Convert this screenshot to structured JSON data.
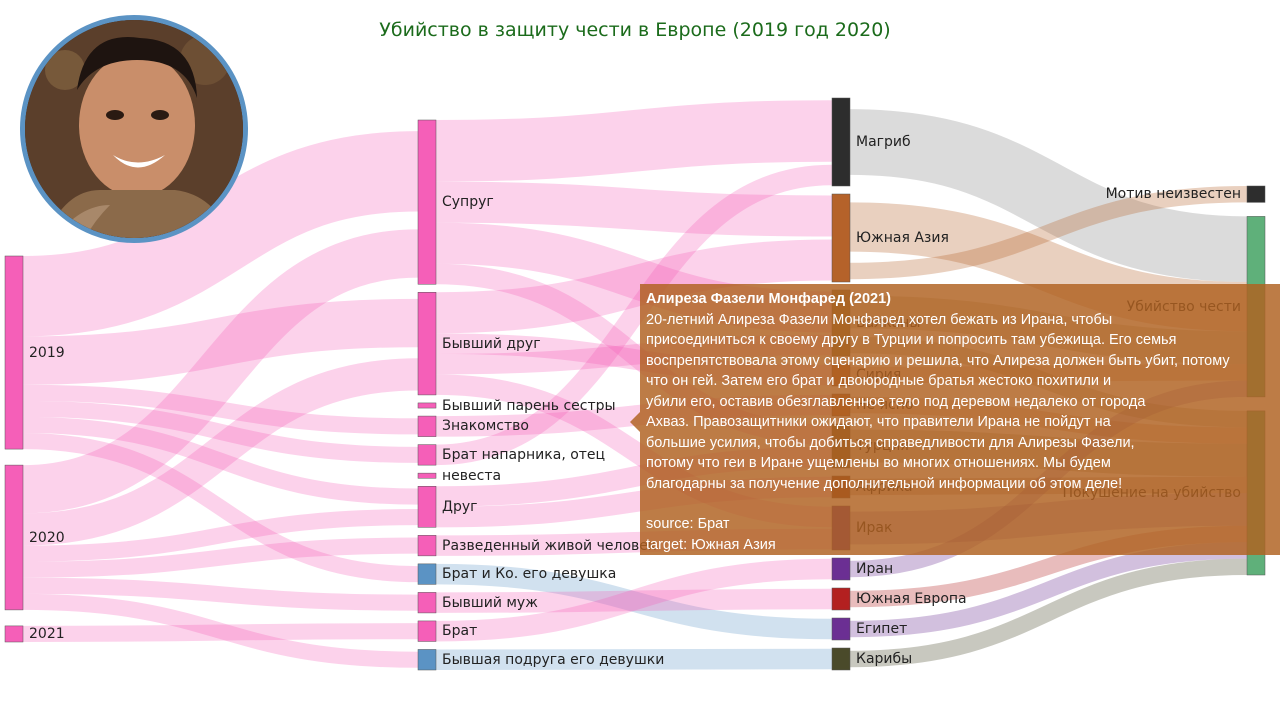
{
  "chart_data": {
    "type": "sankey",
    "title": "Убийство в защиту чести в Европе (2019 год 2020)",
    "columns": [
      {
        "level": "year",
        "nodes": [
          {
            "id": "y2019",
            "label": "2019",
            "color": "#f55fb8"
          },
          {
            "id": "y2020",
            "label": "2020",
            "color": "#f55fb8"
          },
          {
            "id": "y2021",
            "label": "2021",
            "color": "#f55fb8"
          }
        ]
      },
      {
        "level": "perpetrator",
        "nodes": [
          {
            "id": "p_spouse",
            "label": "Супруг",
            "color": "#f55fb8"
          },
          {
            "id": "p_exfriend",
            "label": "Бывший друг",
            "color": "#f55fb8"
          },
          {
            "id": "p_exbfsister",
            "label": "Бывший парень сестры",
            "color": "#f55fb8"
          },
          {
            "id": "p_acq",
            "label": "Знакомство",
            "color": "#f55fb8"
          },
          {
            "id": "p_partnerbro",
            "label": "Брат напарника, отец",
            "color": "#f55fb8"
          },
          {
            "id": "p_bride",
            "label": "невеста",
            "color": "#f55fb8"
          },
          {
            "id": "p_friend",
            "label": "Друг",
            "color": "#f55fb8"
          },
          {
            "id": "p_divorced",
            "label": "Разведенный живой человек",
            "color": "#f55fb8"
          },
          {
            "id": "p_brotherco",
            "label": "Брат и Ко. его девушка",
            "color": "#5b93c4"
          },
          {
            "id": "p_exhusband",
            "label": "Бывший муж",
            "color": "#f55fb8"
          },
          {
            "id": "p_brother",
            "label": "Брат",
            "color": "#f55fb8"
          },
          {
            "id": "p_exgf",
            "label": "Бывшая подруга его девушки",
            "color": "#5b93c4"
          }
        ]
      },
      {
        "level": "region",
        "nodes": [
          {
            "id": "r_maghreb",
            "label": "Магриб",
            "color": "#2d2d2d"
          },
          {
            "id": "r_sasia",
            "label": "Южная Азия",
            "color": "#b5622a"
          },
          {
            "id": "r_balkans",
            "label": "Балканы",
            "color": "#8c7a36"
          },
          {
            "id": "r_syria",
            "label": "Сирия",
            "color": "#b5622a"
          },
          {
            "id": "r_unknown",
            "label": "Не ясно",
            "color": "#b5622a"
          },
          {
            "id": "r_turkey",
            "label": "Турция",
            "color": "#7a5a2a"
          },
          {
            "id": "r_africa",
            "label": "Африка",
            "color": "#8b3a1a"
          },
          {
            "id": "r_iraq",
            "label": "Ирак",
            "color": "#6b2f93"
          },
          {
            "id": "r_iran",
            "label": "Иран",
            "color": "#6b2f93"
          },
          {
            "id": "r_seurope",
            "label": "Южная Европа",
            "color": "#b32020"
          },
          {
            "id": "r_egypt",
            "label": "Египет",
            "color": "#6b2f93"
          },
          {
            "id": "r_caribbean",
            "label": "Карибы",
            "color": "#4a4a2a"
          }
        ]
      },
      {
        "level": "motive",
        "nodes": [
          {
            "id": "m_unknown",
            "label": "Мотив неизвестен",
            "color": "#2d2d2d"
          },
          {
            "id": "m_honor",
            "label": "Убийство чести",
            "color": "#5fb07a"
          },
          {
            "id": "m_attempt",
            "label": "Покушение на убийство",
            "color": "#5fb07a"
          }
        ]
      }
    ],
    "links": [
      {
        "source": "y2019",
        "target": "p_spouse",
        "value": 5
      },
      {
        "source": "y2019",
        "target": "p_exfriend",
        "value": 3
      },
      {
        "source": "y2019",
        "target": "p_acq",
        "value": 1
      },
      {
        "source": "y2019",
        "target": "p_partnerbro",
        "value": 1
      },
      {
        "source": "y2019",
        "target": "p_friend",
        "value": 1
      },
      {
        "source": "y2019",
        "target": "p_brotherco",
        "value": 1
      },
      {
        "source": "y2020",
        "target": "p_spouse",
        "value": 3
      },
      {
        "source": "y2020",
        "target": "p_exfriend",
        "value": 2
      },
      {
        "source": "y2020",
        "target": "p_friend",
        "value": 1
      },
      {
        "source": "y2020",
        "target": "p_divorced",
        "value": 1
      },
      {
        "source": "y2020",
        "target": "p_exhusband",
        "value": 1
      },
      {
        "source": "y2020",
        "target": "p_exgf",
        "value": 1
      },
      {
        "source": "y2021",
        "target": "p_brother",
        "value": 1
      },
      {
        "source": "p_spouse",
        "target": "r_maghreb",
        "value": 3
      },
      {
        "source": "p_spouse",
        "target": "r_sasia",
        "value": 2
      },
      {
        "source": "p_spouse",
        "target": "r_balkans",
        "value": 2
      },
      {
        "source": "p_spouse",
        "target": "r_turkey",
        "value": 1
      },
      {
        "source": "p_exfriend",
        "target": "r_sasia",
        "value": 2
      },
      {
        "source": "p_exfriend",
        "target": "r_syria",
        "value": 1
      },
      {
        "source": "p_exfriend",
        "target": "r_balkans",
        "value": 1
      },
      {
        "source": "p_exfriend",
        "target": "r_iraq",
        "value": 1
      },
      {
        "source": "p_acq",
        "target": "r_unknown",
        "value": 1
      },
      {
        "source": "p_partnerbro",
        "target": "r_maghreb",
        "value": 1
      },
      {
        "source": "p_friend",
        "target": "r_turkey",
        "value": 1
      },
      {
        "source": "p_friend",
        "target": "r_africa",
        "value": 1
      },
      {
        "source": "p_divorced",
        "target": "r_iraq",
        "value": 1
      },
      {
        "source": "p_brotherco",
        "target": "r_egypt",
        "value": 1
      },
      {
        "source": "p_exhusband",
        "target": "r_seurope",
        "value": 1
      },
      {
        "source": "p_brother",
        "target": "r_iran",
        "value": 1
      },
      {
        "source": "p_exgf",
        "target": "r_caribbean",
        "value": 1
      },
      {
        "source": "r_maghreb",
        "target": "m_honor",
        "value": 4
      },
      {
        "source": "r_sasia",
        "target": "m_honor",
        "value": 3
      },
      {
        "source": "r_sasia",
        "target": "m_unknown",
        "value": 1
      },
      {
        "source": "r_balkans",
        "target": "m_honor",
        "value": 2
      },
      {
        "source": "r_balkans",
        "target": "m_attempt",
        "value": 1
      },
      {
        "source": "r_syria",
        "target": "m_honor",
        "value": 1
      },
      {
        "source": "r_unknown",
        "target": "m_attempt",
        "value": 1
      },
      {
        "source": "r_turkey",
        "target": "m_attempt",
        "value": 2
      },
      {
        "source": "r_africa",
        "target": "m_attempt",
        "value": 1
      },
      {
        "source": "r_iraq",
        "target": "m_attempt",
        "value": 2
      },
      {
        "source": "r_iran",
        "target": "m_honor",
        "value": 1
      },
      {
        "source": "r_seurope",
        "target": "m_attempt",
        "value": 1
      },
      {
        "source": "r_egypt",
        "target": "m_attempt",
        "value": 1
      },
      {
        "source": "r_caribbean",
        "target": "m_attempt",
        "value": 1
      }
    ]
  },
  "tooltip": {
    "title": "Алиреза Фазели Монфаред (2021)",
    "lines": [
      "20-летний Алиреза Фазели Монфаред хотел бежать из Ирана, чтобы",
      "присоединиться к своему другу в Турции и попросить там убежища. Его семья",
      "воспрепятствовала этому сценарию и решила, что Алиреза должен быть убит, потому",
      "что он гей. Затем его брат и двоюродные братья жестоко похитили и",
      "убили его, оставив обезглавленное тело под деревом недалеко от города",
      "Ахваз.  Правозащитники ожидают, что правители Ирана не пойдут на",
      "большие усилия, чтобы добиться справедливости для Алирезы Фазели,",
      "потому что геи в Иране ущемлены во многих отношениях. Мы будем",
      "благодарны за получение дополнительной информации об этом деле!"
    ],
    "source_line": "source: Брат",
    "target_line": "target: Южная Азия"
  }
}
